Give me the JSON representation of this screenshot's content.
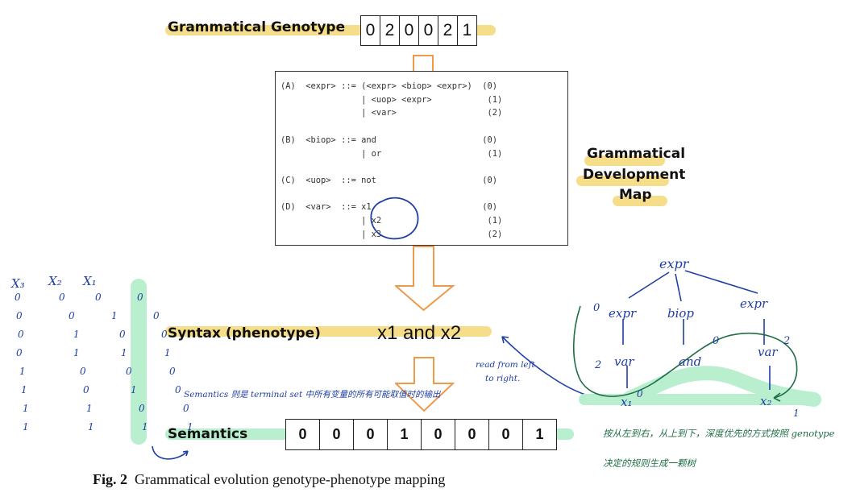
{
  "genotype": {
    "label": "Grammatical Genotype",
    "values": [
      "0",
      "2",
      "0",
      "0",
      "2",
      "1"
    ]
  },
  "grammar": {
    "lines": [
      "(A)  <expr> ::= (<expr> <biop> <expr>)  (0)",
      "                | <uop> <expr>           (1)",
      "                | <var>                  (2)",
      "",
      "(B)  <biop> ::= and                     (0)",
      "                | or                     (1)",
      "",
      "(C)  <uop>  ::= not                     (0)",
      "",
      "(D)  <var>  ::= x1                      (0)",
      "                | x2                     (1)",
      "                | x3                     (2)"
    ]
  },
  "map_label": {
    "line1": "Grammatical",
    "line2": "Development",
    "line3": "Map"
  },
  "syntax": {
    "label": "Syntax (phenotype)",
    "expression": "x1 and x2"
  },
  "semantics": {
    "label": "Semantics",
    "values": [
      "0",
      "0",
      "0",
      "1",
      "0",
      "0",
      "0",
      "1"
    ]
  },
  "caption": {
    "fig": "Fig. 2",
    "text": "Grammatical evolution genotype-phenotype mapping"
  },
  "truth_table": {
    "headers": [
      "X₃",
      "X₂",
      "X₁"
    ],
    "rows": [
      [
        "0",
        "0",
        "0",
        "0"
      ],
      [
        "0",
        "0",
        "1",
        "0"
      ],
      [
        "0",
        "1",
        "0",
        "0"
      ],
      [
        "0",
        "1",
        "1",
        "1"
      ],
      [
        "1",
        "0",
        "0",
        "0"
      ],
      [
        "1",
        "0",
        "1",
        "0"
      ],
      [
        "1",
        "1",
        "0",
        "0"
      ],
      [
        "1",
        "1",
        "1",
        "1"
      ]
    ]
  },
  "annotations": {
    "semantics_note": "Semantics 则是 terminal set 中所有变量的所有可能取值时的输出",
    "read_note_1": "read from left",
    "read_note_2": "to right.",
    "tree_note_1": "按从左到右，从上到下，深度优先的方式按照 genotype",
    "tree_note_2": "决定的规则生成一颗树"
  },
  "tree": {
    "root": "expr",
    "children": [
      {
        "index": "0",
        "label": "expr",
        "child_index": "2",
        "child": "var",
        "leaf": "x₁",
        "leaf_index": "0"
      },
      {
        "label": "biop",
        "child_index": "0",
        "child": "and"
      },
      {
        "label": "expr",
        "child_index": "2",
        "child": "var",
        "leaf": "x₂",
        "leaf_index": "1"
      }
    ]
  }
}
